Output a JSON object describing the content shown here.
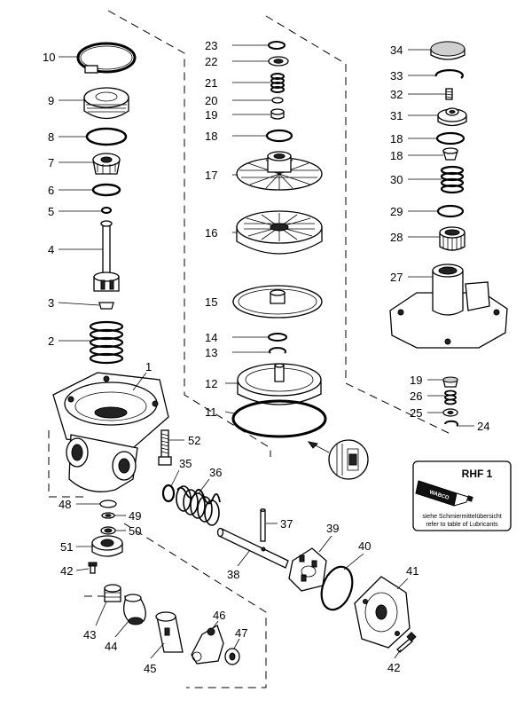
{
  "parts": [
    {
      "id": "p1",
      "label": "1"
    },
    {
      "id": "p2",
      "label": "2"
    },
    {
      "id": "p3",
      "label": "3"
    },
    {
      "id": "p4",
      "label": "4"
    },
    {
      "id": "p5",
      "label": "5"
    },
    {
      "id": "p6",
      "label": "6"
    },
    {
      "id": "p7",
      "label": "7"
    },
    {
      "id": "p8",
      "label": "8"
    },
    {
      "id": "p9",
      "label": "9"
    },
    {
      "id": "p10",
      "label": "10"
    },
    {
      "id": "p11",
      "label": "11"
    },
    {
      "id": "p12",
      "label": "12"
    },
    {
      "id": "p13",
      "label": "13"
    },
    {
      "id": "p14",
      "label": "14"
    },
    {
      "id": "p15",
      "label": "15"
    },
    {
      "id": "p16",
      "label": "16"
    },
    {
      "id": "p17",
      "label": "17"
    },
    {
      "id": "p18a",
      "label": "18"
    },
    {
      "id": "p19a",
      "label": "19"
    },
    {
      "id": "p20",
      "label": "20"
    },
    {
      "id": "p21",
      "label": "21"
    },
    {
      "id": "p22",
      "label": "22"
    },
    {
      "id": "p23",
      "label": "23"
    },
    {
      "id": "p24",
      "label": "24"
    },
    {
      "id": "p25",
      "label": "25"
    },
    {
      "id": "p26",
      "label": "26"
    },
    {
      "id": "p19b",
      "label": "19"
    },
    {
      "id": "p27",
      "label": "27"
    },
    {
      "id": "p28",
      "label": "28"
    },
    {
      "id": "p18b",
      "label": "18"
    },
    {
      "id": "p29",
      "label": "29"
    },
    {
      "id": "p30",
      "label": "30"
    },
    {
      "id": "p18c",
      "label": "18"
    },
    {
      "id": "p31",
      "label": "31"
    },
    {
      "id": "p32",
      "label": "32"
    },
    {
      "id": "p33",
      "label": "33"
    },
    {
      "id": "p34",
      "label": "34"
    },
    {
      "id": "p35",
      "label": "35"
    },
    {
      "id": "p36",
      "label": "36"
    },
    {
      "id": "p37",
      "label": "37"
    },
    {
      "id": "p38",
      "label": "38"
    },
    {
      "id": "p39",
      "label": "39"
    },
    {
      "id": "p40",
      "label": "40"
    },
    {
      "id": "p41",
      "label": "41"
    },
    {
      "id": "p42a",
      "label": "42"
    },
    {
      "id": "p42b",
      "label": "42"
    },
    {
      "id": "p43",
      "label": "43"
    },
    {
      "id": "p44",
      "label": "44"
    },
    {
      "id": "p45",
      "label": "45"
    },
    {
      "id": "p46",
      "label": "46"
    },
    {
      "id": "p47",
      "label": "47"
    },
    {
      "id": "p48",
      "label": "48"
    },
    {
      "id": "p49",
      "label": "49"
    },
    {
      "id": "p50",
      "label": "50"
    },
    {
      "id": "p51",
      "label": "51"
    },
    {
      "id": "p52",
      "label": "52"
    }
  ],
  "lubricant_box": {
    "title": "RHF 1",
    "brand": "WABCO",
    "note_de": "siehe Schmiermittelübersicht",
    "note_en": "refer to table of Lubricants"
  }
}
